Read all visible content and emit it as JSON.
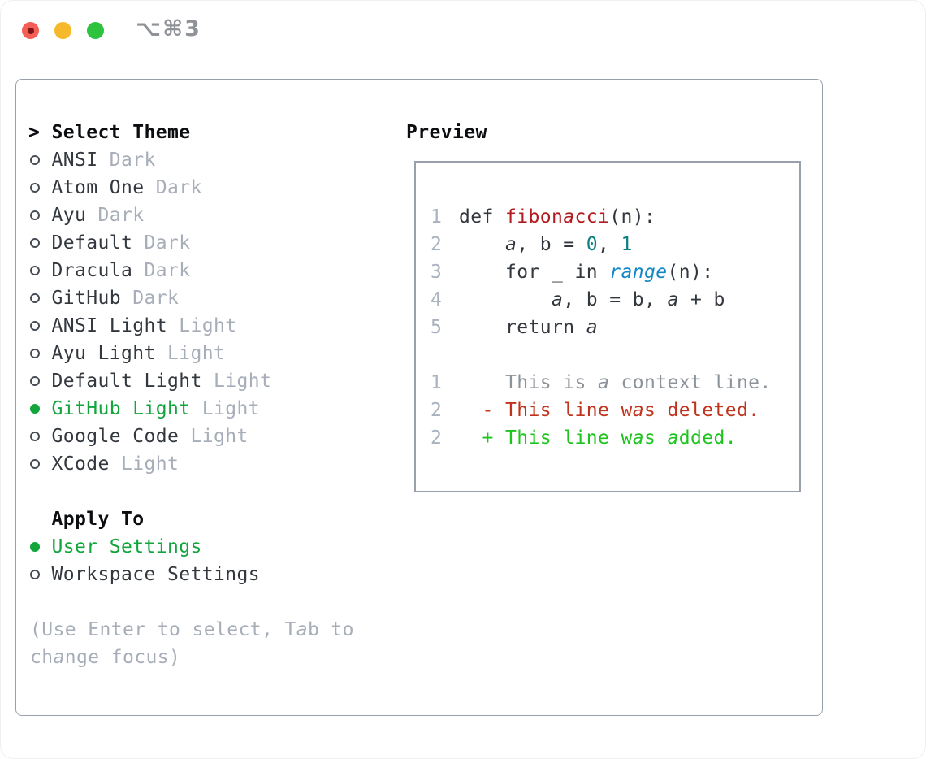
{
  "titlebar": {
    "shortcut": "⌥⌘3"
  },
  "colors": {
    "selected-green": "#11a53c",
    "added-green": "#1ec41e",
    "deleted-red": "#c0331c",
    "function-red": "#b11a1e",
    "number-teal": "#0e7f82",
    "builtin-blue": "#1487c6",
    "text-dark": "#33383f",
    "muted-gray": "#a7aeb9",
    "context-gray": "#8d939b",
    "linenum-gray": "#a9b2bf",
    "border-gray": "#98a1ab",
    "traffic-red": "#f35e56",
    "traffic-red-dot": "#801511",
    "traffic-yellow": "#f7b92c",
    "traffic-green": "#2dc33f"
  },
  "left": {
    "prompt": ">",
    "title": "Select Theme",
    "themes": [
      {
        "name": "ANSI",
        "tag": "Dark",
        "selected": false
      },
      {
        "name": "Atom One",
        "tag": "Dark",
        "selected": false
      },
      {
        "name": "Ayu",
        "tag": "Dark",
        "selected": false
      },
      {
        "name": "Default",
        "tag": "Dark",
        "selected": false
      },
      {
        "name": "Dracula",
        "tag": "Dark",
        "selected": false
      },
      {
        "name": "GitHub",
        "tag": "Dark",
        "selected": false
      },
      {
        "name": "ANSI Light",
        "tag": "Light",
        "selected": false
      },
      {
        "name": "Ayu Light",
        "tag": "Light",
        "selected": false
      },
      {
        "name": "Default Light",
        "tag": "Light",
        "selected": false
      },
      {
        "name": "GitHub Light",
        "tag": "Light",
        "selected": true
      },
      {
        "name": "Google Code",
        "tag": "Light",
        "selected": false
      },
      {
        "name": "XCode",
        "tag": "Light",
        "selected": false
      }
    ],
    "apply_to": {
      "title": "Apply To",
      "options": [
        {
          "name": "User Settings",
          "selected": true
        },
        {
          "name": "Workspace Settings",
          "selected": false
        }
      ]
    },
    "hint": "(Use Enter to select, Tab to change focus)"
  },
  "preview": {
    "title": "Preview",
    "lines": [
      {
        "kind": "code-line",
        "n": "1",
        "segs": [
          {
            "t": "def ",
            "c": "text"
          },
          {
            "t": "fibonacci",
            "c": "func"
          },
          {
            "t": "(n):",
            "c": "text"
          }
        ]
      },
      {
        "kind": "code-line",
        "n": "2",
        "segs": [
          {
            "t": "    a, b = ",
            "c": "text"
          },
          {
            "t": "0",
            "c": "num"
          },
          {
            "t": ", ",
            "c": "text"
          },
          {
            "t": "1",
            "c": "num"
          }
        ]
      },
      {
        "kind": "code-line",
        "n": "3",
        "segs": [
          {
            "t": "    for _ in ",
            "c": "text"
          },
          {
            "t": "range",
            "c": "builtin",
            "i": true
          },
          {
            "t": "(n):",
            "c": "text"
          }
        ]
      },
      {
        "kind": "code-line",
        "n": "4",
        "segs": [
          {
            "t": "        a, b = b, a + b",
            "c": "text"
          }
        ]
      },
      {
        "kind": "code-line",
        "n": "5",
        "segs": [
          {
            "t": "    return a",
            "c": "text"
          }
        ]
      },
      {
        "kind": "blank-line",
        "n": "",
        "segs": []
      },
      {
        "kind": "diff-context-line",
        "n": "1",
        "segs": [
          {
            "t": "    This is a context line.",
            "c": "ctx"
          }
        ]
      },
      {
        "kind": "diff-deleted-line",
        "n": "2",
        "segs": [
          {
            "t": "  - This line was deleted.",
            "c": "del"
          }
        ]
      },
      {
        "kind": "diff-added-line",
        "n": "2",
        "segs": [
          {
            "t": "  + This line was added.",
            "c": "add"
          }
        ]
      }
    ]
  }
}
